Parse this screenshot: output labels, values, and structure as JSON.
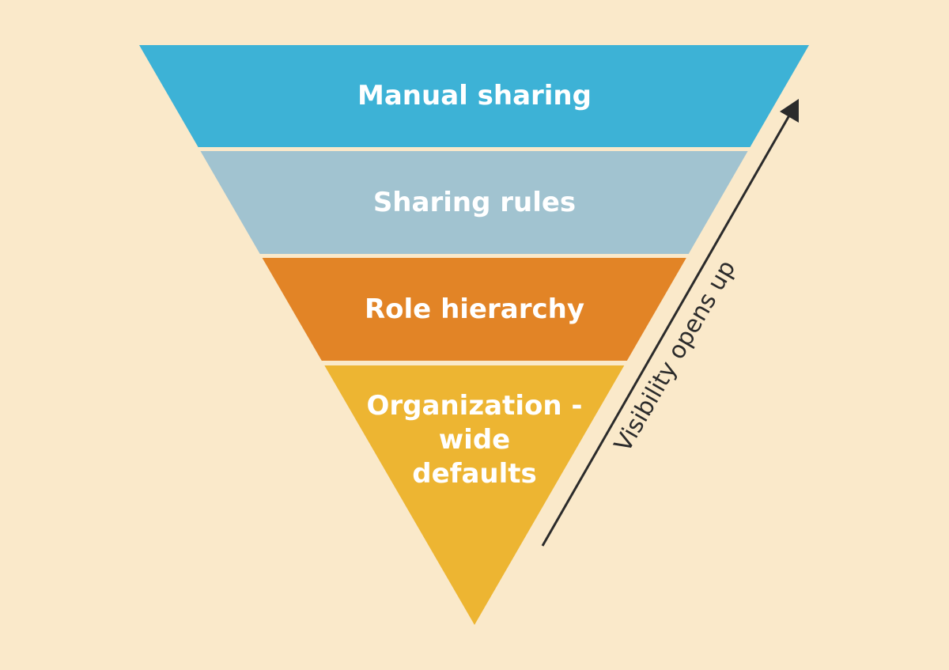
{
  "colors": {
    "background": "#FAE9CA",
    "manual_sharing": "#3DB2D6",
    "sharing_rules": "#A1C3D0",
    "role_hierarchy": "#E28426",
    "org_wide_defaults": "#EDB532",
    "arrow": "#2B2B2B"
  },
  "layers": [
    {
      "label": "Manual sharing"
    },
    {
      "label": "Sharing rules"
    },
    {
      "label": "Role hierarchy"
    },
    {
      "label_lines": [
        "Organization -",
        "wide",
        "defaults"
      ]
    }
  ],
  "arrow_label": "Visibility opens up"
}
